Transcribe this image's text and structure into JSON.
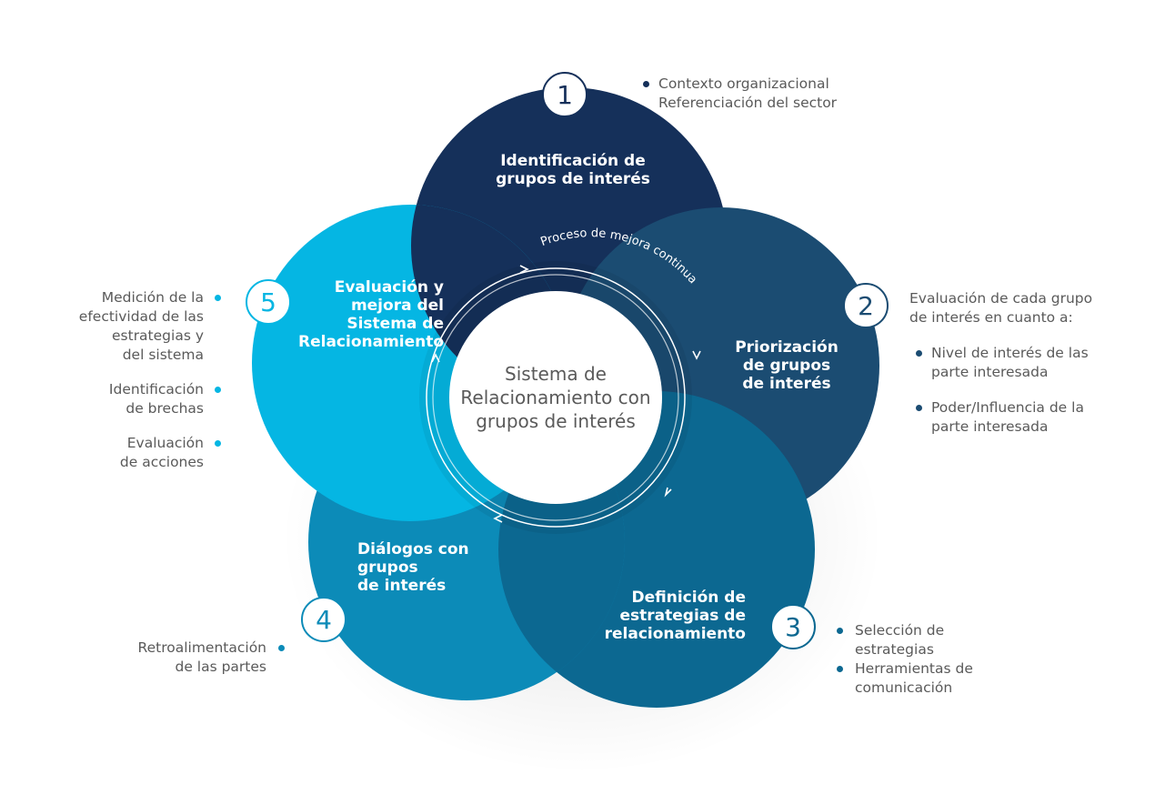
{
  "center": {
    "lines": [
      "Sistema de",
      "Relacionamiento con",
      "grupos de interés"
    ]
  },
  "ring_label": "Proceso de mejora continua",
  "colors": {
    "navy": "#15305a",
    "steel": "#1b4c72",
    "teal": "#0c6891",
    "ocean": "#0c8bb8",
    "sky": "#05b6e3",
    "text_gray": "#5a5a5a"
  },
  "stages": [
    {
      "number": "1",
      "title": [
        "Identificación de",
        "grupos de interés"
      ],
      "notes": [
        [
          "Contexto organizacional",
          "Referenciación del sector"
        ]
      ]
    },
    {
      "number": "2",
      "title": [
        "Priorización",
        "de grupos",
        "de interés"
      ],
      "intro": [
        "Evaluación de cada grupo",
        "de interés en cuanto a:"
      ],
      "notes": [
        [
          "Nivel de interés de las",
          "parte interesada"
        ],
        [
          "Poder/Influencia de la",
          "parte interesada"
        ]
      ]
    },
    {
      "number": "3",
      "title": [
        "Definición de",
        "estrategias de",
        "relacionamiento"
      ],
      "notes": [
        [
          "Selección de",
          "estrategias"
        ],
        [
          "Herramientas de",
          "comunicación"
        ]
      ]
    },
    {
      "number": "4",
      "title": [
        "Diálogos con",
        "grupos",
        "de interés"
      ],
      "notes": [
        [
          "Retroalimentación",
          "de las partes"
        ]
      ]
    },
    {
      "number": "5",
      "title": [
        "Evaluación y",
        "mejora del",
        "Sistema de",
        "Relacionamiento"
      ],
      "notes": [
        [
          "Medición de la",
          "efectividad de las",
          "estrategias y",
          "del sistema"
        ],
        [
          "Identificación",
          "de brechas"
        ],
        [
          "Evaluación",
          "de acciones"
        ]
      ]
    }
  ]
}
